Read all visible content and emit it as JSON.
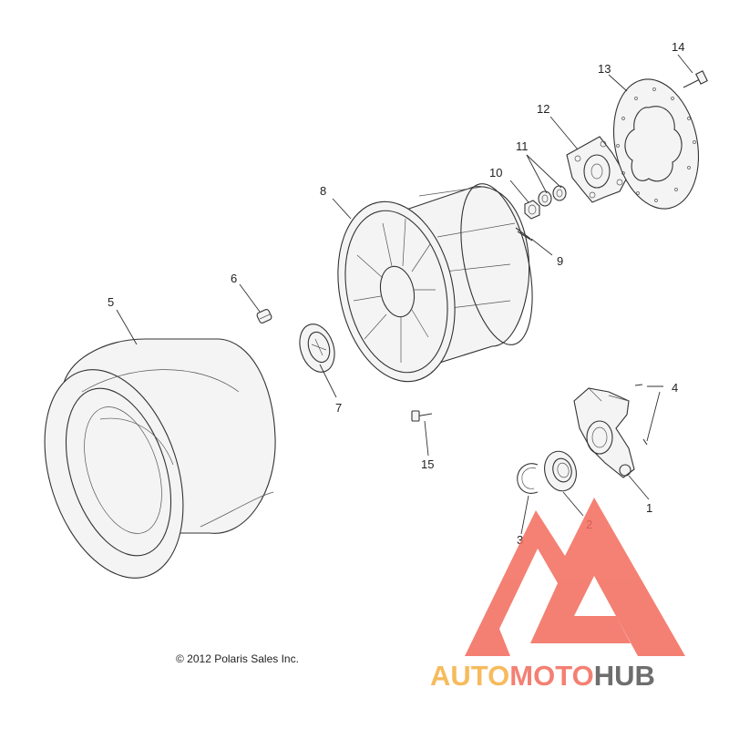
{
  "callouts": {
    "c1": "1",
    "c2": "2",
    "c3": "3",
    "c4": "4",
    "c5": "5",
    "c6": "6",
    "c7": "7",
    "c8": "8",
    "c9": "9",
    "c10": "10",
    "c11": "11",
    "c12": "12",
    "c13": "13",
    "c14": "14",
    "c15": "15"
  },
  "copyright": "© 2012 Polaris Sales Inc.",
  "watermark": {
    "part1": "AUTO",
    "part2": "MOTO",
    "part3": "HUB",
    "color_primary": "#f26b5b",
    "color_secondary": "#f5b041",
    "color_dark": "#555555"
  }
}
